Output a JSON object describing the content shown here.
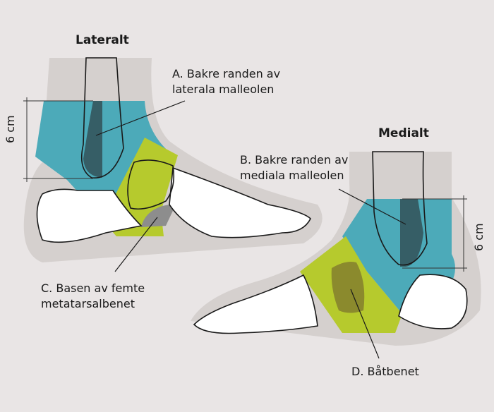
{
  "views": {
    "lateral": {
      "title": "Lateralt",
      "measure": "6 cm"
    },
    "medial": {
      "title": "Medialt",
      "measure": "6 cm"
    }
  },
  "labels": {
    "a": [
      "A. Bakre randen av",
      "laterala malleolen"
    ],
    "b": [
      "B. Bakre randen av",
      "mediala malleolen"
    ],
    "c": [
      "C. Basen av femte",
      "metatarsalbenet"
    ],
    "d": "D. Båtbenet"
  },
  "colors": {
    "background": "#e9e5e5",
    "silhouette": "#d5d0ce",
    "malleolus_zone": "#4caab9",
    "midfoot_zone": "#b6ca2d",
    "malleolus_edge": "#365e66",
    "fifth_metatarsal": "#8d8d8d",
    "navicular": "#8b8a2d"
  }
}
